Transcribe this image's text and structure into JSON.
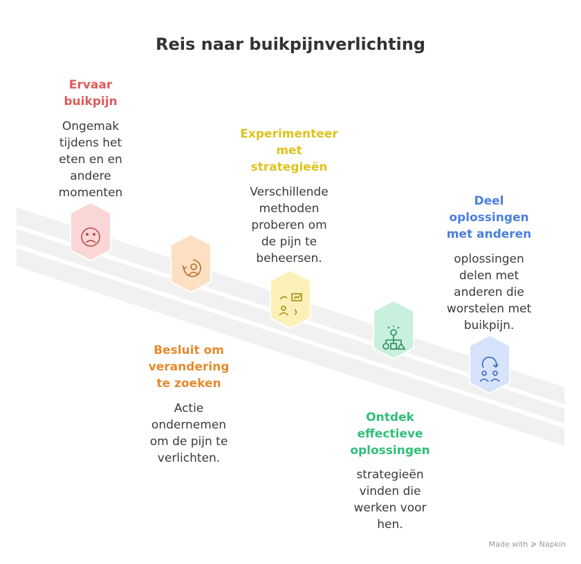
{
  "title": "Reis naar buikpijnverlichting",
  "steps": [
    {
      "heading": "Ervaar\nbuikpijn",
      "description": "Ongemak\ntijdens het\neten en en\nandere\nmomenten",
      "color": "#e05a5a",
      "icon": "sad-face-icon"
    },
    {
      "heading": "Besluit om\nverandering\nte zoeken",
      "description": "Actie\nondernemen\nom de pijn te\nverlichten.",
      "color": "#e58a2e",
      "icon": "person-cycle-icon"
    },
    {
      "heading": "Experimenteer\nmet\nstrategieën",
      "description": "Verschillende\nmethoden\nproberen om\nde pijn te\nbeheersen.",
      "color": "#e0c21c",
      "icon": "presentation-icon"
    },
    {
      "heading": "Ontdek\neffectieve\noplossingen",
      "description": "strategieën\nvinden die\nwerken voor\nhen.",
      "color": "#2fbf7a",
      "icon": "lightbulb-hierarchy-icon"
    },
    {
      "heading": "Deel\noplossingen\nmet anderen",
      "description": "oplossingen\ndelen  met\nanderen die\nworstelen met\nbuikpijn.",
      "color": "#4a7fe0",
      "icon": "share-people-icon"
    }
  ],
  "footer": "Made with  ≽ Napkin"
}
